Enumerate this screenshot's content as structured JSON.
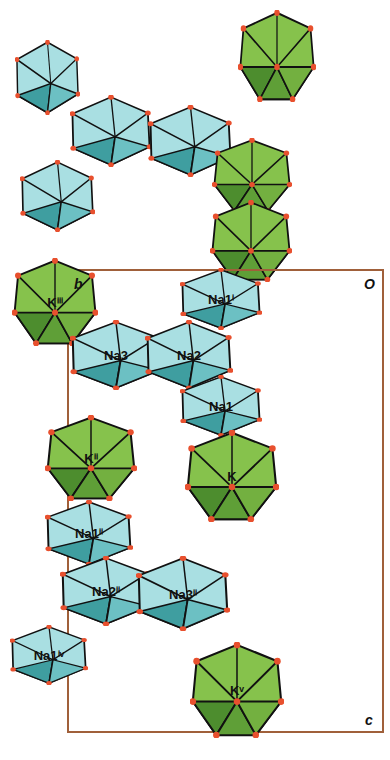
{
  "diagram": {
    "nodes": [
      {
        "text": [
          "Kⁱⁱⁱ"
        ]
      },
      {
        "text": [
          "Na1ⁱ"
        ]
      },
      {
        "text": [
          "Na3"
        ]
      },
      {
        "text": [
          "Na2"
        ]
      },
      {
        "text": [
          "Na1"
        ]
      },
      {
        "text": [
          "Kⁱⁱ"
        ]
      },
      {
        "text": [
          "K"
        ]
      },
      {
        "text": [
          "Na1ⁱⁱ"
        ]
      },
      {
        "text": [
          "Na2ⁱⁱ"
        ]
      },
      {
        "text": [
          "Na3ⁱⁱ"
        ]
      },
      {
        "text": [
          "Na1ⁱᵛ"
        ]
      },
      {
        "text": [
          "Kᵛ"
        ]
      }
    ],
    "labels": [
      "b",
      "O",
      "c"
    ]
  }
}
